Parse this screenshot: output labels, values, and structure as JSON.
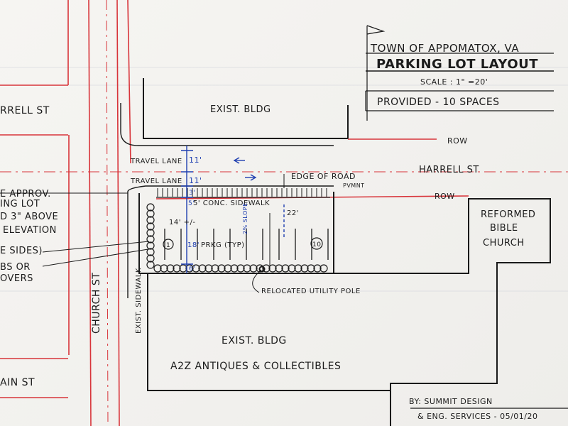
{
  "colors": {
    "ink": "#1a1a1a",
    "red_ink": "#d8343a",
    "blue_ink": "#1f3fb0",
    "paper": "#f3f2ef"
  },
  "title_block": {
    "town": "TOWN OF APPOMATOX, VA",
    "title": "PARKING LOT LAYOUT",
    "scale": "SCALE : 1\" =20'",
    "provided": "PROVIDED - 10 SPACES"
  },
  "streets": {
    "harrell_left": "RRELL ST",
    "harrell_right": "HARRELL ST",
    "church": "CHURCH ST",
    "main": "AIN ST"
  },
  "labels": {
    "row_top": "ROW",
    "row_bottom": "ROW",
    "exist_bldg_top": "EXIST. BLDG",
    "exist_bldg_bottom": "EXIST. BLDG",
    "antiques": "A2Z ANTIQUES & COLLECTIBLES",
    "church_line1": "REFORMED",
    "church_line2": "BIBLE",
    "church_line3": "CHURCH",
    "travel_lane_1": "TRAVEL LANE",
    "travel_lane_2": "TRAVEL LANE",
    "edge_of_road_1": "EDGE OF ROAD",
    "edge_of_road_2": "PVMNT",
    "sidewalk": "5' CONC. SIDEWALK",
    "parking": "PRKG (TYP)",
    "relocated_pole": "RELOCATED UTILITY POLE",
    "exist_sidewalk": "EXIST. SIDEWALK",
    "space_first": "1",
    "space_last": "10"
  },
  "dimensions": {
    "lane_1": "11'",
    "lane_2": "11'",
    "dim_3": "3'",
    "dim_5": "5'",
    "dim_14": "14' +/-",
    "dim_18": "18'",
    "dim_6": "6'",
    "dim_22": "22'",
    "slope": "2% SLOPE"
  },
  "left_notes": [
    "E APPROV.",
    "ING LOT",
    "D 3\" ABOVE",
    "ELEVATION",
    "E SIDES)",
    "BS OR",
    "OVERS"
  ],
  "credit": {
    "line1": "BY: SUMMIT DESIGN",
    "line2": "& ENG. SERVICES - 05/01/20"
  }
}
